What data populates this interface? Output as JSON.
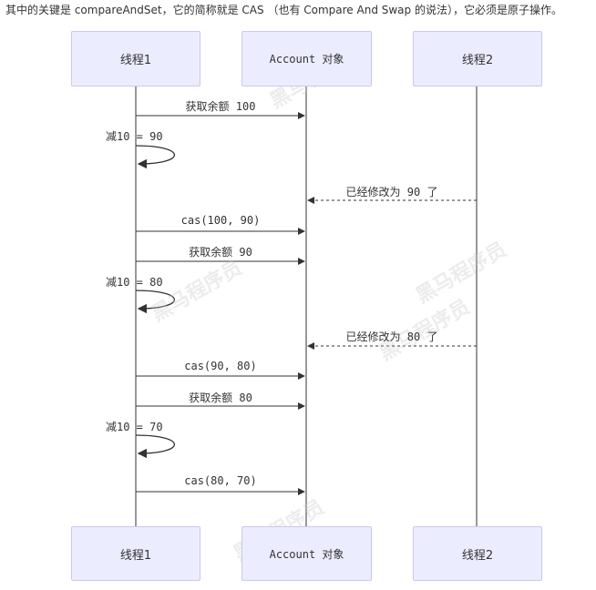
{
  "intro_text": "其中的关键是 compareAndSet，它的简称就是 CAS （也有 Compare And Swap 的说法），它必须是原子操作。",
  "actors": {
    "thread1": "线程1",
    "account": "Account 对象",
    "thread2": "线程2"
  },
  "messages": {
    "m1": "获取余额 100",
    "m2": "减10 = 90",
    "m3": "已经修改为 90 了",
    "m4": "cas(100, 90)",
    "m5": "获取余额 90",
    "m6": "减10 = 80",
    "m7": "已经修改为 80 了",
    "m8": "cas(90, 80)",
    "m9": "获取余额 80",
    "m10": "减10 = 70",
    "m11": "cas(80, 70)"
  },
  "watermark": "黑马程序员"
}
